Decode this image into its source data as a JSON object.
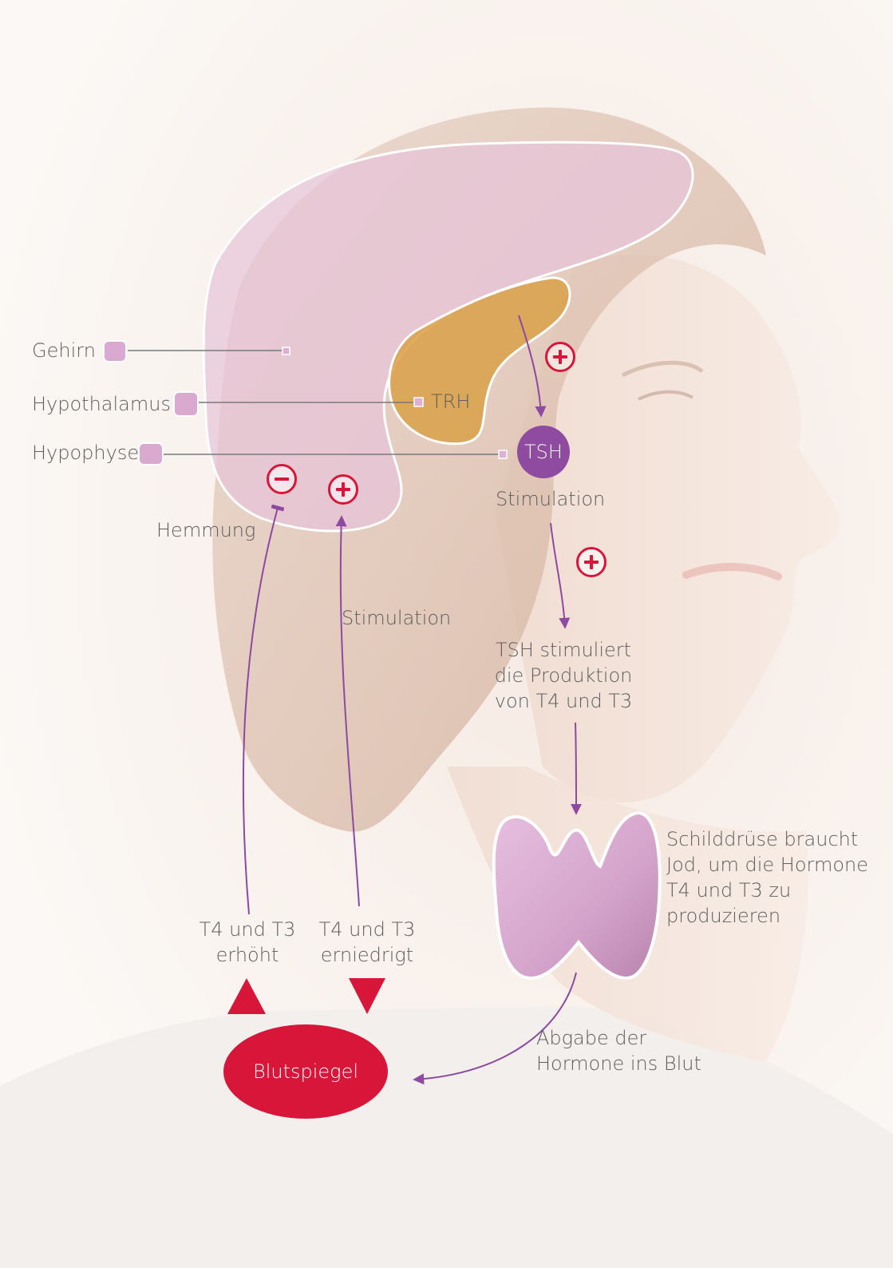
{
  "colors": {
    "accent_red": "#d7163a",
    "arrow_purple": "#8c4aa0",
    "tsh_purple": "#8e4b9f",
    "brain_pink": "#e6c3d8",
    "hypothalamus_gold": "#d9a048",
    "thyroid_pink": "#d9a9d0",
    "text_gray": "#5e5e5e"
  },
  "legend": {
    "gehirn": "Gehirn",
    "hypothalamus": "Hypothalamus",
    "hypophyse": "Hypophyse"
  },
  "hormones": {
    "trh": "TRH",
    "tsh": "TSH",
    "blood": "Blutspiegel"
  },
  "labels": {
    "stimulation_top": "Stimulation",
    "hemmung": "Hemmung",
    "stimulation_left": "Stimulation",
    "tsh_stimulates": [
      "TSH stimuliert",
      "die Produktion",
      "von T4 und T3"
    ],
    "thyroid_note": [
      "Schilddrüse braucht",
      "Jod, um die Hormone",
      "T4 und T3 zu",
      "produzieren"
    ],
    "t4t3_high": [
      "T4 und T3",
      "erhöht"
    ],
    "t4t3_low": [
      "T4 und T3",
      "erniedrigt"
    ],
    "release": [
      "Abgabe der",
      "Hormone ins Blut"
    ]
  },
  "icons": {
    "plus": "plus-circle-icon",
    "minus": "minus-circle-icon",
    "up": "triangle-up-icon",
    "down": "triangle-down-icon"
  }
}
